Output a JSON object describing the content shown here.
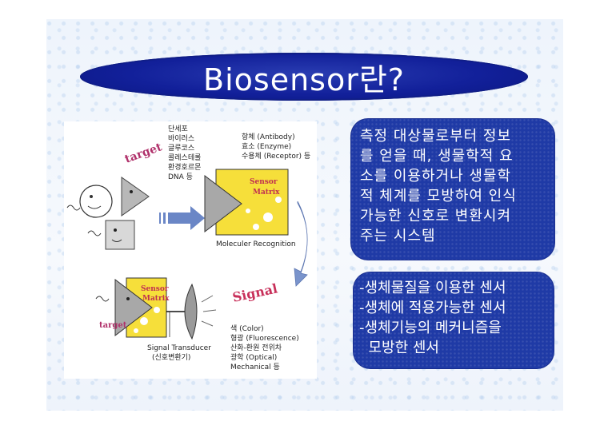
{
  "title": "Biosensor란?",
  "definition_box": {
    "lines": [
      "측정 대상물로부터 정보",
      "를 얻을 때, 생물학적 요",
      "소를 이용하거나 생물학",
      "적 체계를 모방하여 인식",
      "가능한 신호로 변환시켜",
      "주는 시스템"
    ]
  },
  "types_box": {
    "lines": [
      "-생체물질을 이용한 센서",
      "-생체에 적용가능한 센서",
      "-생체기능의 메커니즘을",
      "  모방한 센서"
    ]
  },
  "diagram": {
    "target_word": "target",
    "target_word_2": "target",
    "target_list": [
      "단세포",
      "바이러스",
      "글루코스",
      "콜레스테롤",
      "환경호르몬",
      "DNA 등"
    ],
    "receptor_list": [
      "항체 (Antibody)",
      "효소 (Enzyme)",
      "수용체 (Receptor) 등"
    ],
    "sensor_label_1": "Sensor",
    "matrix_label_1": "Matrix",
    "sensor_label_2": "Sensor",
    "matrix_label_2": "Matrix",
    "recognition_label": "Moleculer Recognition",
    "signal_word": "Signal",
    "signal_list": [
      "색 (Color)",
      "형광 (Fluorescence)",
      "산화-환원 전위차",
      "광학 (Optical)",
      "Mechanical 등"
    ],
    "transducer_label": "Signal Transducer",
    "transducer_sub": "(신호변환기)",
    "colors": {
      "target_word": "#b0306a",
      "signal_word": "#c8305a",
      "matrix": "#f6df3a",
      "arrow": "#6a86c6",
      "pyramid": "#a8a8a8"
    }
  }
}
